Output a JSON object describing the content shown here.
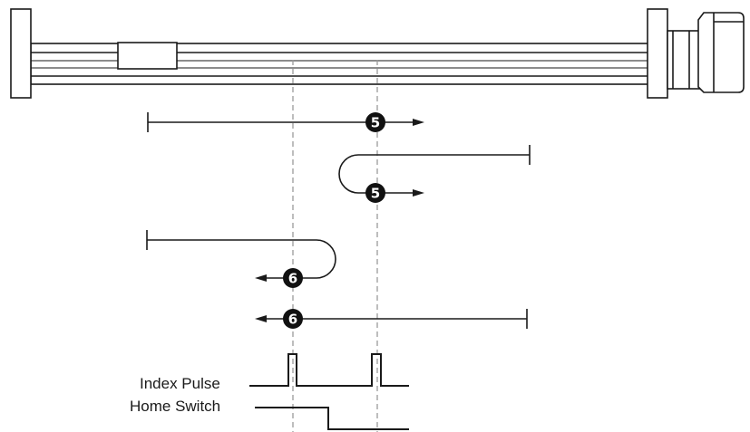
{
  "diagram": {
    "labels": {
      "index_pulse": "Index Pulse",
      "home_switch": "Home Switch"
    },
    "markers": {
      "forward_direct": "5",
      "forward_reversal": "5",
      "reverse_reversal": "6",
      "reverse_direct": "6"
    },
    "icons": [
      "motor-icon",
      "carriage-icon",
      "arrow-right-icon",
      "arrow-left-icon"
    ],
    "colors": {
      "line": "#1a1a1a",
      "guide": "#9a9a9a",
      "background": "#ffffff"
    }
  }
}
